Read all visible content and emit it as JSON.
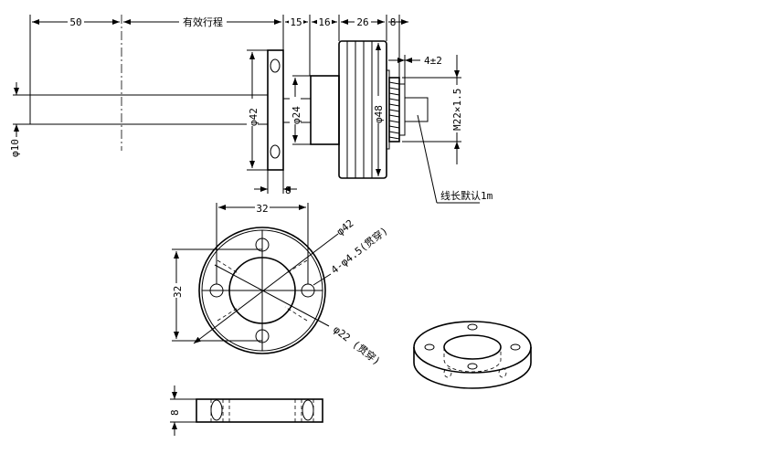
{
  "drawing": {
    "top_dims": {
      "d50": "50",
      "stroke": "有效行程",
      "d15": "15",
      "d16": "16",
      "d26": "26",
      "d8": "8"
    },
    "dia_rod": "φ10",
    "dia_flange": "φ42",
    "dia_neck": "φ24",
    "dia_body": "φ48",
    "thread": "M22×1.5",
    "thread_len": "4±2",
    "flange_thick": "8",
    "cable_note": "线长默认1m",
    "flange_view": {
      "hole_spacing_h": "32",
      "hole_spacing_v": "32",
      "outer_dia": "φ42",
      "holes": "4-φ4.5(贯穿)",
      "bore": "φ22 (贯穿)"
    },
    "side_thick": "8"
  }
}
